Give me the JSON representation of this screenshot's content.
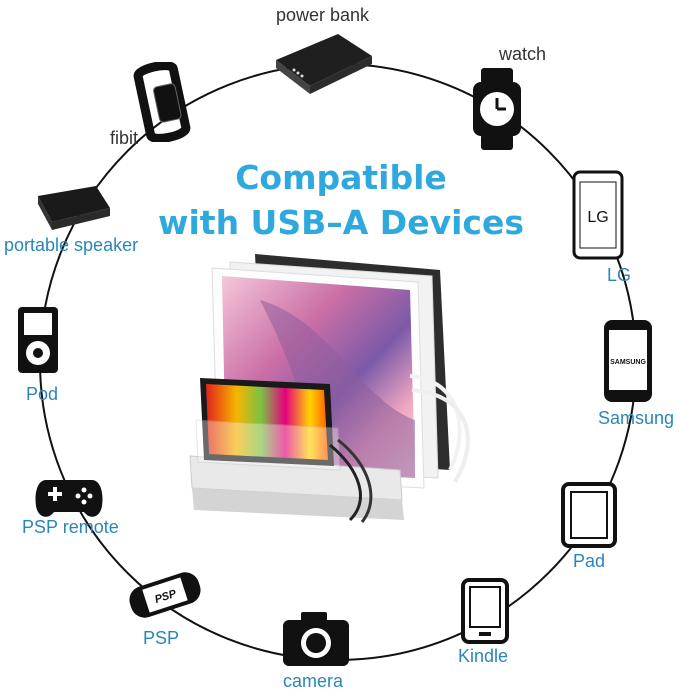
{
  "headline": {
    "line1": "Compatible",
    "line2": "with USB–A Devices",
    "color": "#2ea8dd"
  },
  "devices": [
    {
      "label": "power bank",
      "icon": "power-bank-icon"
    },
    {
      "label": "watch",
      "icon": "watch-icon"
    },
    {
      "label": "LG",
      "icon": "lg-phone-icon",
      "screen_text": "LG"
    },
    {
      "label": "Samsung",
      "icon": "samsung-phone-icon",
      "screen_text": "SAMSUNG"
    },
    {
      "label": "Pad",
      "icon": "tablet-icon"
    },
    {
      "label": "Kindle",
      "icon": "kindle-icon"
    },
    {
      "label": "camera",
      "icon": "camera-icon"
    },
    {
      "label": "PSP",
      "icon": "psp-icon",
      "screen_text": "PSP"
    },
    {
      "label": "PSP remote",
      "icon": "gamepad-icon"
    },
    {
      "label": "Pod",
      "icon": "ipod-icon"
    },
    {
      "label": "portable speaker",
      "icon": "speaker-icon"
    },
    {
      "label": "fibit",
      "icon": "fitness-band-icon"
    }
  ],
  "colors": {
    "label_blue": "#2a86b8",
    "label_dark": "#333333",
    "ring": "#111111"
  }
}
